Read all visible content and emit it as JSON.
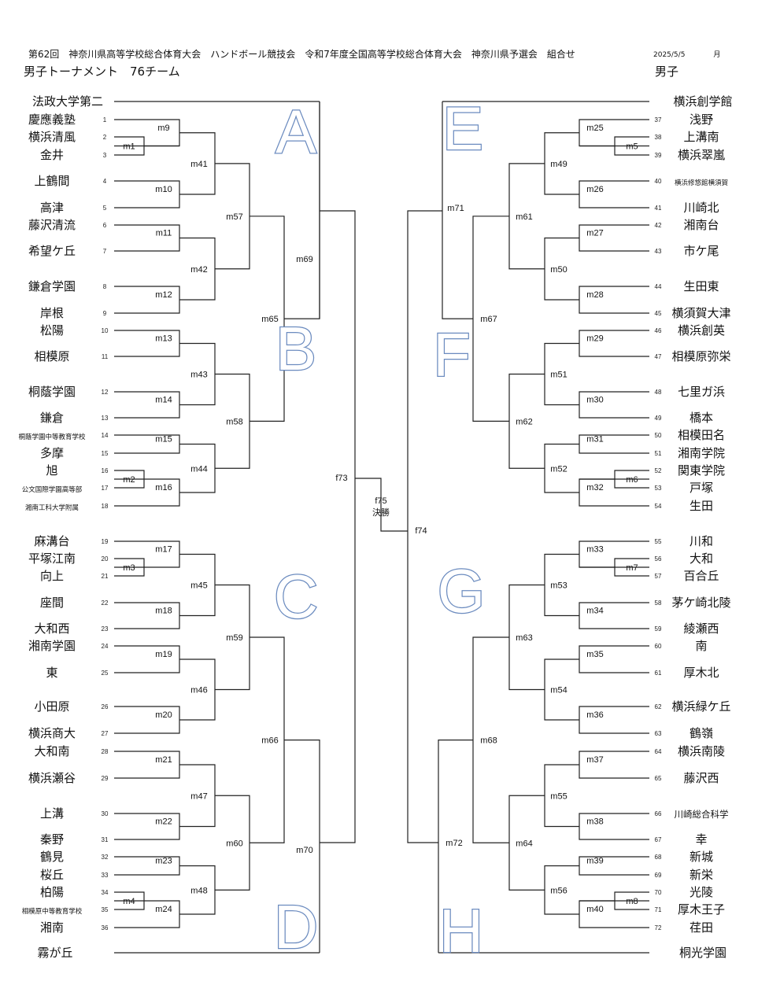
{
  "header": {
    "title": "第62回　神奈川県高等学校総合体育大会　ハンドボール競技会　令和7年度全国高等学校総合体育大会　神奈川県予選会　組合せ",
    "date": "2025/5/5　　　　月",
    "left_subtitle": "男子トーナメント　76チーム",
    "right_subtitle": "男子"
  },
  "left_top_bye": "法政大学第二",
  "left_bottom_bye": "霧が丘",
  "right_top_bye": "横浜創学館",
  "right_bottom_bye": "桐光学園",
  "blocks": [
    "A",
    "B",
    "C",
    "D",
    "E",
    "F",
    "G",
    "H"
  ],
  "left_teams": [
    {
      "seed": "1",
      "name": "慶應義塾"
    },
    {
      "seed": "2",
      "name": "横浜清風"
    },
    {
      "seed": "3",
      "name": "金井"
    },
    {
      "seed": "4",
      "name": "上鶴間"
    },
    {
      "seed": "5",
      "name": "高津"
    },
    {
      "seed": "6",
      "name": "藤沢清流"
    },
    {
      "seed": "7",
      "name": "希望ケ丘"
    },
    {
      "seed": "8",
      "name": "鎌倉学園"
    },
    {
      "seed": "9",
      "name": "岸根"
    },
    {
      "seed": "10",
      "name": "松陽"
    },
    {
      "seed": "11",
      "name": "相模原"
    },
    {
      "seed": "12",
      "name": "桐蔭学園"
    },
    {
      "seed": "13",
      "name": "鎌倉"
    },
    {
      "seed": "14",
      "name": "桐蔭学園中等教育学校"
    },
    {
      "seed": "15",
      "name": "多摩"
    },
    {
      "seed": "16",
      "name": "旭"
    },
    {
      "seed": "17",
      "name": "公文国際学園高等部"
    },
    {
      "seed": "18",
      "name": "湘南工科大学附属"
    },
    {
      "seed": "19",
      "name": "麻溝台"
    },
    {
      "seed": "20",
      "name": "平塚江南"
    },
    {
      "seed": "21",
      "name": "向上"
    },
    {
      "seed": "22",
      "name": "座間"
    },
    {
      "seed": "23",
      "name": "大和西"
    },
    {
      "seed": "24",
      "name": "湘南学園"
    },
    {
      "seed": "25",
      "name": "東"
    },
    {
      "seed": "26",
      "name": "小田原"
    },
    {
      "seed": "27",
      "name": "横浜商大"
    },
    {
      "seed": "28",
      "name": "大和南"
    },
    {
      "seed": "29",
      "name": "横浜瀬谷"
    },
    {
      "seed": "30",
      "name": "上溝"
    },
    {
      "seed": "31",
      "name": "秦野"
    },
    {
      "seed": "32",
      "name": "鶴見"
    },
    {
      "seed": "33",
      "name": "桜丘"
    },
    {
      "seed": "34",
      "name": "柏陽"
    },
    {
      "seed": "35",
      "name": "相模原中等教育学校"
    },
    {
      "seed": "36",
      "name": "湘南"
    }
  ],
  "right_teams": [
    {
      "seed": "37",
      "name": "浅野"
    },
    {
      "seed": "38",
      "name": "上溝南"
    },
    {
      "seed": "39",
      "name": "横浜翠嵐"
    },
    {
      "seed": "40",
      "name": "横浜修悠館横須賀"
    },
    {
      "seed": "41",
      "name": "川崎北"
    },
    {
      "seed": "42",
      "name": "湘南台"
    },
    {
      "seed": "43",
      "name": "市ケ尾"
    },
    {
      "seed": "44",
      "name": "生田東"
    },
    {
      "seed": "45",
      "name": "横須賀大津"
    },
    {
      "seed": "46",
      "name": "横浜創英"
    },
    {
      "seed": "47",
      "name": "相模原弥栄"
    },
    {
      "seed": "48",
      "name": "七里ガ浜"
    },
    {
      "seed": "49",
      "name": "橋本"
    },
    {
      "seed": "50",
      "name": "相模田名"
    },
    {
      "seed": "51",
      "name": "湘南学院"
    },
    {
      "seed": "52",
      "name": "関東学院"
    },
    {
      "seed": "53",
      "name": "戸塚"
    },
    {
      "seed": "54",
      "name": "生田"
    },
    {
      "seed": "55",
      "name": "川和"
    },
    {
      "seed": "56",
      "name": "大和"
    },
    {
      "seed": "57",
      "name": "百合丘"
    },
    {
      "seed": "58",
      "name": "茅ケ崎北陵"
    },
    {
      "seed": "59",
      "name": "綾瀬西"
    },
    {
      "seed": "60",
      "name": "南"
    },
    {
      "seed": "61",
      "name": "厚木北"
    },
    {
      "seed": "62",
      "name": "横浜緑ケ丘"
    },
    {
      "seed": "63",
      "name": "鶴嶺"
    },
    {
      "seed": "64",
      "name": "横浜南陵"
    },
    {
      "seed": "65",
      "name": "藤沢西"
    },
    {
      "seed": "66",
      "name": "川崎総合科学"
    },
    {
      "seed": "67",
      "name": "幸"
    },
    {
      "seed": "68",
      "name": "新城"
    },
    {
      "seed": "69",
      "name": "新栄"
    },
    {
      "seed": "70",
      "name": "光陵"
    },
    {
      "seed": "71",
      "name": "厚木王子"
    },
    {
      "seed": "72",
      "name": "荏田"
    }
  ],
  "match_labels": {
    "m1": "m1",
    "m2": "m2",
    "m3": "m3",
    "m4": "m4",
    "m5": "m5",
    "m6": "m6",
    "m7": "m7",
    "m8": "m8",
    "m9": "m9",
    "m10": "m10",
    "m11": "m11",
    "m12": "m12",
    "m13": "m13",
    "m14": "m14",
    "m15": "m15",
    "m16": "m16",
    "m17": "m17",
    "m18": "m18",
    "m19": "m19",
    "m20": "m20",
    "m21": "m21",
    "m22": "m22",
    "m23": "m23",
    "m24": "m24",
    "m25": "m25",
    "m26": "m26",
    "m27": "m27",
    "m28": "m28",
    "m29": "m29",
    "m30": "m30",
    "m31": "m31",
    "m32": "m32",
    "m33": "m33",
    "m34": "m34",
    "m35": "m35",
    "m36": "m36",
    "m37": "m37",
    "m38": "m38",
    "m39": "m39",
    "m40": "m40",
    "m41": "m41",
    "m42": "m42",
    "m43": "m43",
    "m44": "m44",
    "m45": "m45",
    "m46": "m46",
    "m47": "m47",
    "m48": "m48",
    "m49": "m49",
    "m50": "m50",
    "m51": "m51",
    "m52": "m52",
    "m53": "m53",
    "m54": "m54",
    "m55": "m55",
    "m56": "m56",
    "m57": "m57",
    "m58": "m58",
    "m59": "m59",
    "m60": "m60",
    "m61": "m61",
    "m62": "m62",
    "m63": "m63",
    "m64": "m64",
    "m65": "m65",
    "m66": "m66",
    "m67": "m67",
    "m68": "m68",
    "m69": "m69",
    "m70": "m70",
    "m71": "m71",
    "m72": "m72",
    "f73": "f73",
    "f74": "f74",
    "f75": "f75",
    "final": "決勝"
  }
}
